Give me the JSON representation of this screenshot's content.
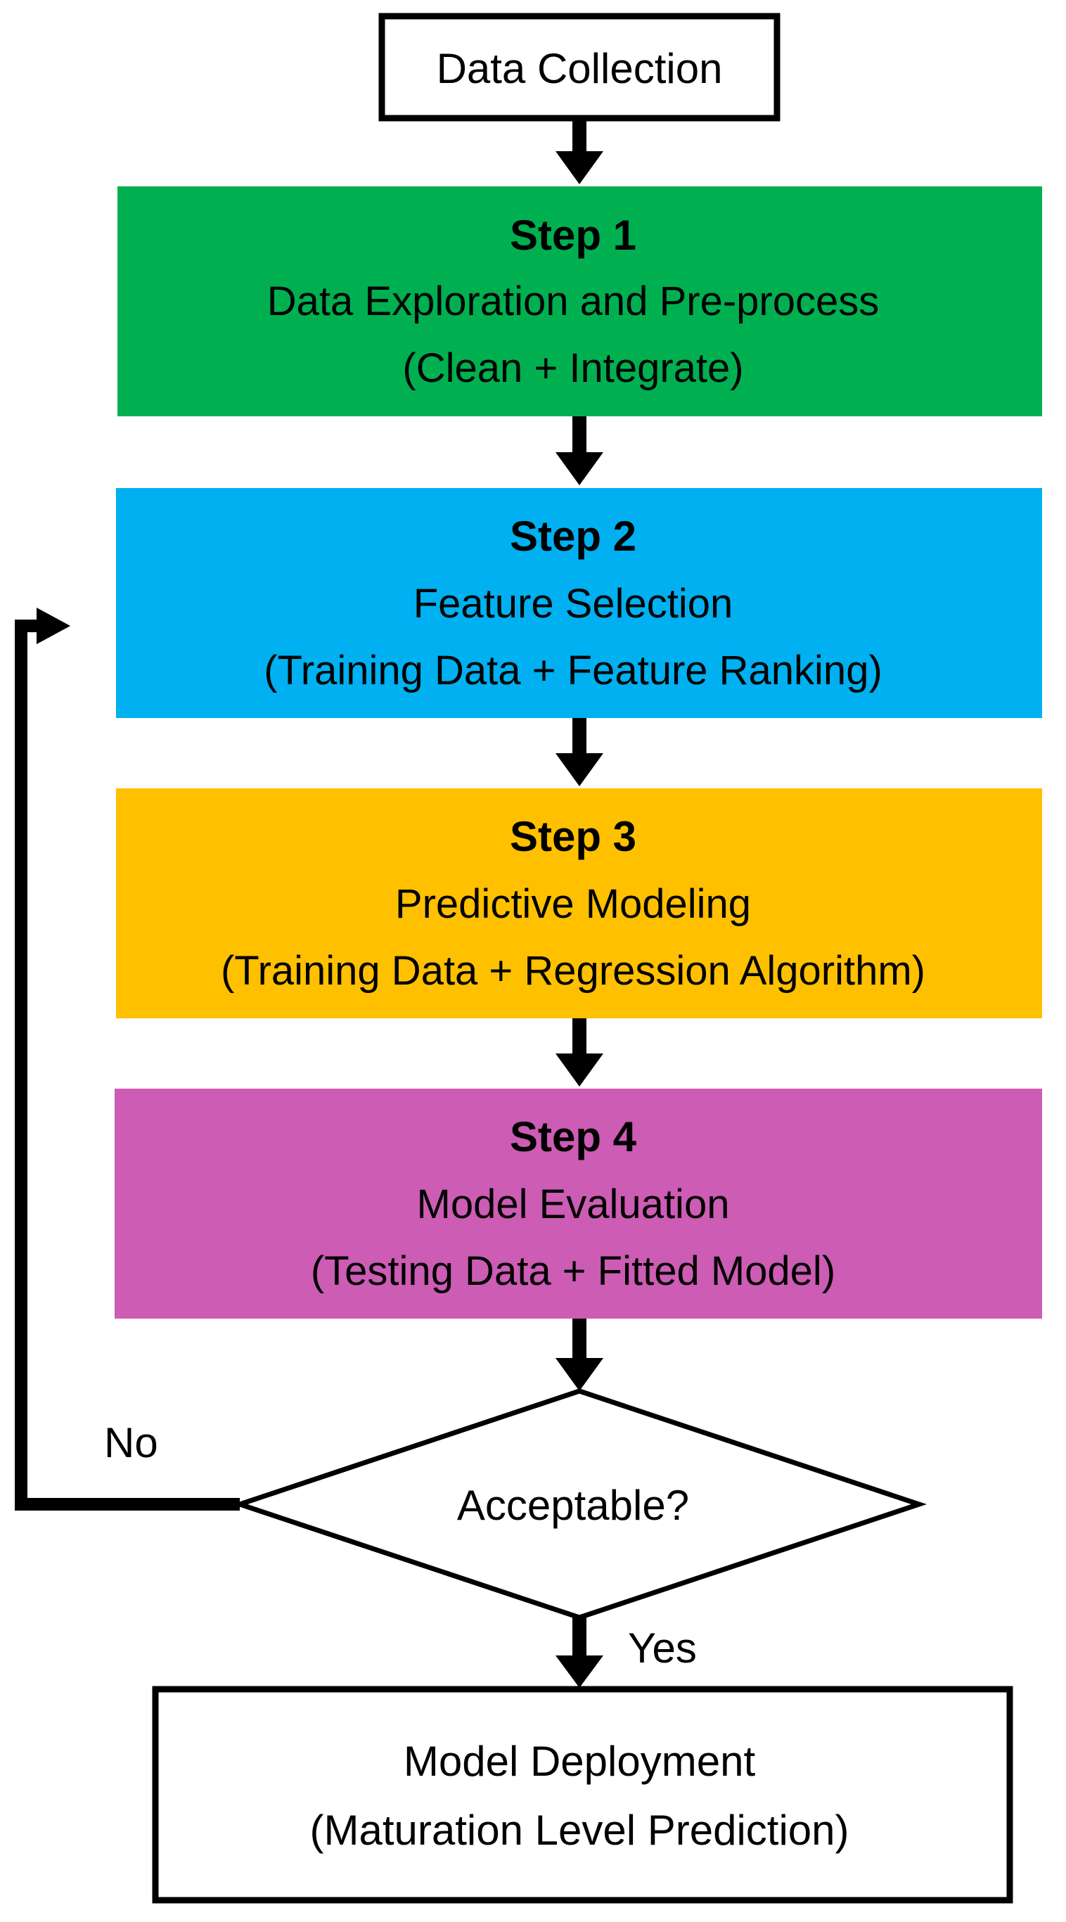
{
  "colors": {
    "step1": "#00B050",
    "step2": "#00B0F0",
    "step3": "#FFC000",
    "step4": "#CC5CB4",
    "stroke": "#000000",
    "plain_fill": "#FFFFFF"
  },
  "start": {
    "label": "Data Collection"
  },
  "steps": [
    {
      "title": "Step 1",
      "line1": "Data Exploration and Pre-process",
      "line2": "(Clean + Integrate)"
    },
    {
      "title": "Step 2",
      "line1": "Feature Selection",
      "line2": "(Training Data + Feature Ranking)"
    },
    {
      "title": "Step 3",
      "line1": "Predictive Modeling",
      "line2": "(Training Data + Regression Algorithm)"
    },
    {
      "title": "Step 4",
      "line1": "Model Evaluation",
      "line2": "(Testing Data + Fitted Model)"
    }
  ],
  "decision": {
    "label": "Acceptable?",
    "no_label": "No",
    "yes_label": "Yes"
  },
  "end": {
    "line1": "Model Deployment",
    "line2": "(Maturation Level Prediction)"
  }
}
